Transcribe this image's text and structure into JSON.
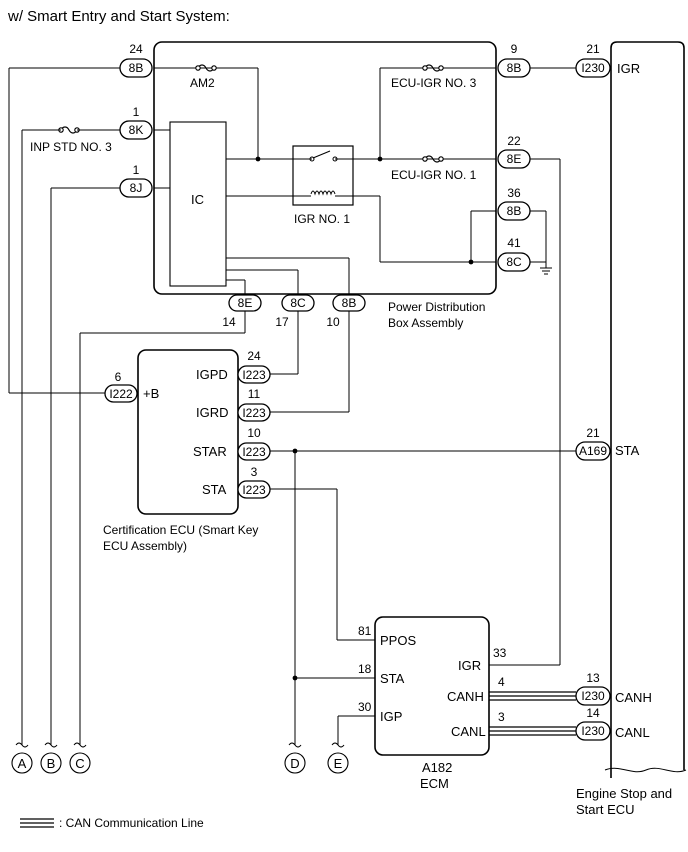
{
  "title": "w/ Smart Entry and Start System:",
  "pdb": {
    "name_line1": "Power Distribution",
    "name_line2": "Box Assembly",
    "ic": "IC",
    "relay": "IGR NO. 1",
    "fuses": {
      "am2": "AM2",
      "inp_std": "INP STD NO. 3",
      "ecu_igr3": "ECU-IGR NO. 3",
      "ecu_igr1": "ECU-IGR NO. 1"
    }
  },
  "connectors": {
    "p8B_24": {
      "label": "8B",
      "pin": "24"
    },
    "p8K_1": {
      "label": "8K",
      "pin": "1"
    },
    "p8J_1": {
      "label": "8J",
      "pin": "1"
    },
    "p8B_9": {
      "label": "8B",
      "pin": "9"
    },
    "p8E_22": {
      "label": "8E",
      "pin": "22"
    },
    "p8B_36": {
      "label": "8B",
      "pin": "36"
    },
    "p8C_41": {
      "label": "8C",
      "pin": "41"
    },
    "b8E_14": {
      "label": "8E",
      "pin": "14"
    },
    "b8C_17": {
      "label": "8C",
      "pin": "17"
    },
    "b8B_10": {
      "label": "8B",
      "pin": "10"
    },
    "i230_21": {
      "label": "I230",
      "pin": "21"
    },
    "i222_6": {
      "label": "I222",
      "pin": "6"
    },
    "i223_24": {
      "label": "I223",
      "pin": "24"
    },
    "i223_11": {
      "label": "I223",
      "pin": "11"
    },
    "i223_10": {
      "label": "I223",
      "pin": "10"
    },
    "i223_3": {
      "label": "I223",
      "pin": "3"
    },
    "a169_21": {
      "label": "A169",
      "pin": "21"
    },
    "i230_13": {
      "label": "I230",
      "pin": "13"
    },
    "i230_14": {
      "label": "I230",
      "pin": "14"
    }
  },
  "cert_ecu": {
    "name_line1": "Certification ECU (Smart Key",
    "name_line2": "ECU Assembly)",
    "b": "+B",
    "igpd": "IGPD",
    "igrd": "IGRD",
    "star": "STAR",
    "sta": "STA"
  },
  "ecm": {
    "code": "A182",
    "name": "ECM",
    "ppos": "PPOS",
    "sta": "STA",
    "igp": "IGP",
    "igr": "IGR",
    "canh": "CANH",
    "canl": "CANL",
    "pin_ppos": "81",
    "pin_sta": "18",
    "pin_igp": "30",
    "pin_igr": "33",
    "pin_canh": "4",
    "pin_canl": "3"
  },
  "engine_ecu": {
    "name_line1": "Engine Stop and",
    "name_line2": "Start ECU",
    "igr": "IGR",
    "sta": "STA",
    "canh": "CANH",
    "canl": "CANL"
  },
  "terminals": [
    "A",
    "B",
    "C",
    "D",
    "E"
  ],
  "legend": ": CAN Communication Line"
}
